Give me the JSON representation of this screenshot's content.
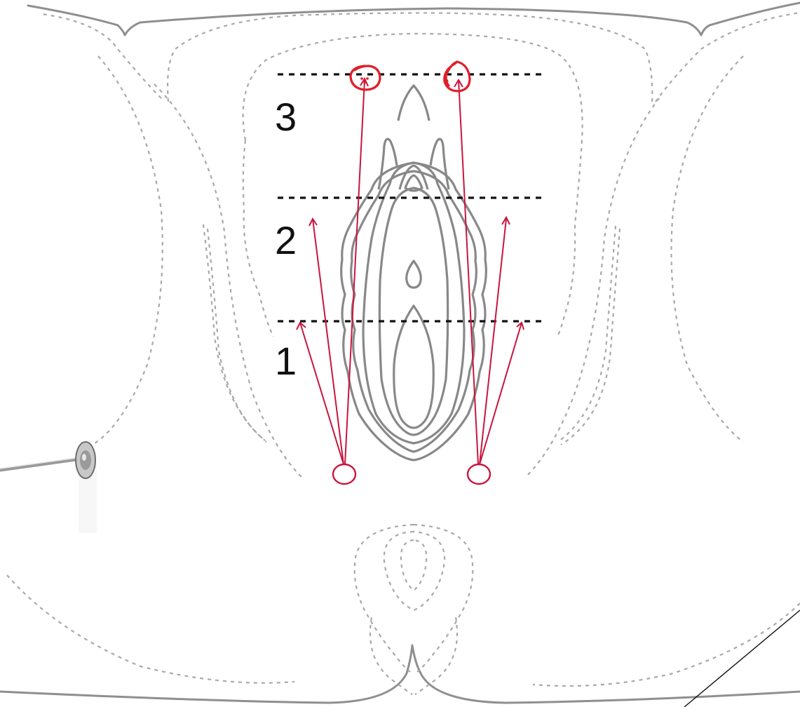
{
  "zones": {
    "one": "1",
    "two": "2",
    "three": "3"
  },
  "colors": {
    "injection_path": "#c8163e",
    "endpoint_marker": "#e01f2a",
    "anatomy_outline": "#8f8f8f",
    "level_line": "#111111"
  },
  "icons": {
    "instrument": "cannula-needle-icon"
  }
}
